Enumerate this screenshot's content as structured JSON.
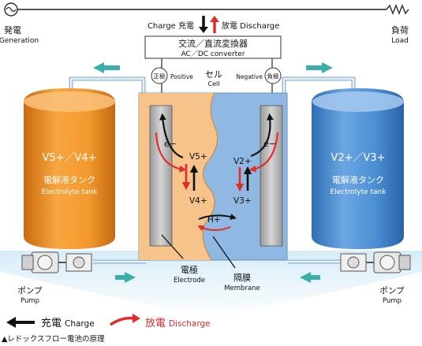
{
  "generation": {
    "ja": "発電",
    "en": "Generation"
  },
  "load": {
    "ja": "負荷",
    "en": "Load"
  },
  "charge_top": "Charge 充電",
  "discharge_top": "放電 Discharge",
  "converter": {
    "ja": "交流／直流変換器",
    "en": "AC／DC converter"
  },
  "positive": {
    "ja": "正極",
    "en": "Positive"
  },
  "negative": {
    "en": "Negative",
    "ja": "負極"
  },
  "cell": {
    "ja": "セル",
    "en": "Cell"
  },
  "left_tank": {
    "ions": "V5+／V4+",
    "ja": "電解液タンク",
    "en": "Electrolyte tank"
  },
  "right_tank": {
    "ions": "V2+／V3+",
    "ja": "電解液タンク",
    "en": "Electrolyte tank"
  },
  "left_cell_ions": {
    "e": "e−",
    "top": "V5+",
    "bottom": "V4+"
  },
  "right_cell_ions": {
    "e": "e−",
    "top": "V2+",
    "bottom": "V3+"
  },
  "hplus": "H+",
  "electrode": {
    "ja": "電極",
    "en": "Electrode"
  },
  "membrane": {
    "ja": "隔膜",
    "en": "Membrane"
  },
  "pump_left": {
    "ja": "ポンプ",
    "en": "Pump"
  },
  "pump_right": {
    "ja": "ポンプ",
    "en": "Pump"
  },
  "legend": {
    "charge_ja": "充電",
    "charge_en": "Charge",
    "discharge_ja": "放電",
    "discharge_en": "Discharge"
  },
  "caption": "▲レドックスフロー電池の原理",
  "colors": {
    "orange": "#f39a2e",
    "blue": "#4a90d6",
    "red": "#e22b2b",
    "teal": "#3aaea8",
    "cell_orange": "#f6c48a",
    "cell_blue": "#8fb8e2"
  }
}
